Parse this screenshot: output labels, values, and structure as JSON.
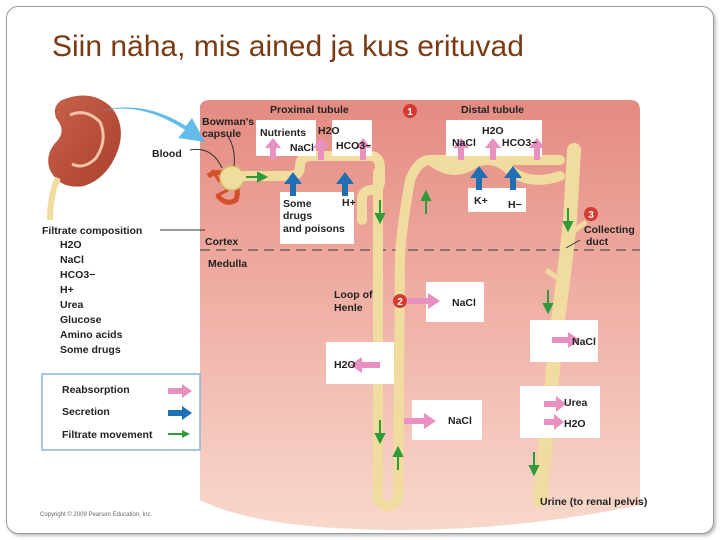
{
  "slide": {
    "title": "Siin näha, mis ained ja kus erituvad"
  },
  "diagram": {
    "labels": {
      "proximal_tubule": "Proximal tubule",
      "distal_tubule": "Distal tubule",
      "bowmans_capsule_1": "Bowman's",
      "bowmans_capsule_2": "capsule",
      "blood": "Blood",
      "cortex": "Cortex",
      "medulla": "Medulla",
      "loop_of_henle_1": "Loop of",
      "loop_of_henle_2": "Henle",
      "collecting_duct_1": "Collecting",
      "collecting_duct_2": "duct",
      "urine": "Urine (to renal pelvis)",
      "copyright": "Copyright © 2009 Pearson Education, Inc."
    },
    "markers": [
      "1",
      "2",
      "3"
    ],
    "proximal": {
      "reabsorbed": [
        "Nutrients",
        "H2O",
        "NaCl",
        "HCO3−"
      ],
      "secreted": [
        "Some",
        "drugs",
        "and poisons",
        "H+"
      ]
    },
    "distal": {
      "reabsorbed": [
        "NaCl",
        "H2O",
        "HCO3−"
      ],
      "secreted": [
        "K+",
        "H−"
      ]
    },
    "loop_boxes": [
      "NaCl",
      "H2O",
      "NaCl"
    ],
    "duct_boxes": [
      "NaCl",
      "Urea",
      "H2O"
    ],
    "filtrate": {
      "heading": "Filtrate composition",
      "items": [
        "H2O",
        "NaCl",
        "HCO3−",
        "H+",
        "Urea",
        "Glucose",
        "Amino acids",
        "Some drugs"
      ]
    },
    "legend": {
      "reabsorption": "Reabsorption",
      "secretion": "Secretion",
      "filtrate_movement": "Filtrate movement"
    },
    "colors": {
      "background_top": "#e8958a",
      "background_bottom": "#f6d0c4",
      "tubule": "#f0dc9e",
      "reabsorption": "#e890c0",
      "secretion": "#1f6fb5",
      "flow": "#2f9a3a",
      "title": "#7a3b12"
    }
  }
}
